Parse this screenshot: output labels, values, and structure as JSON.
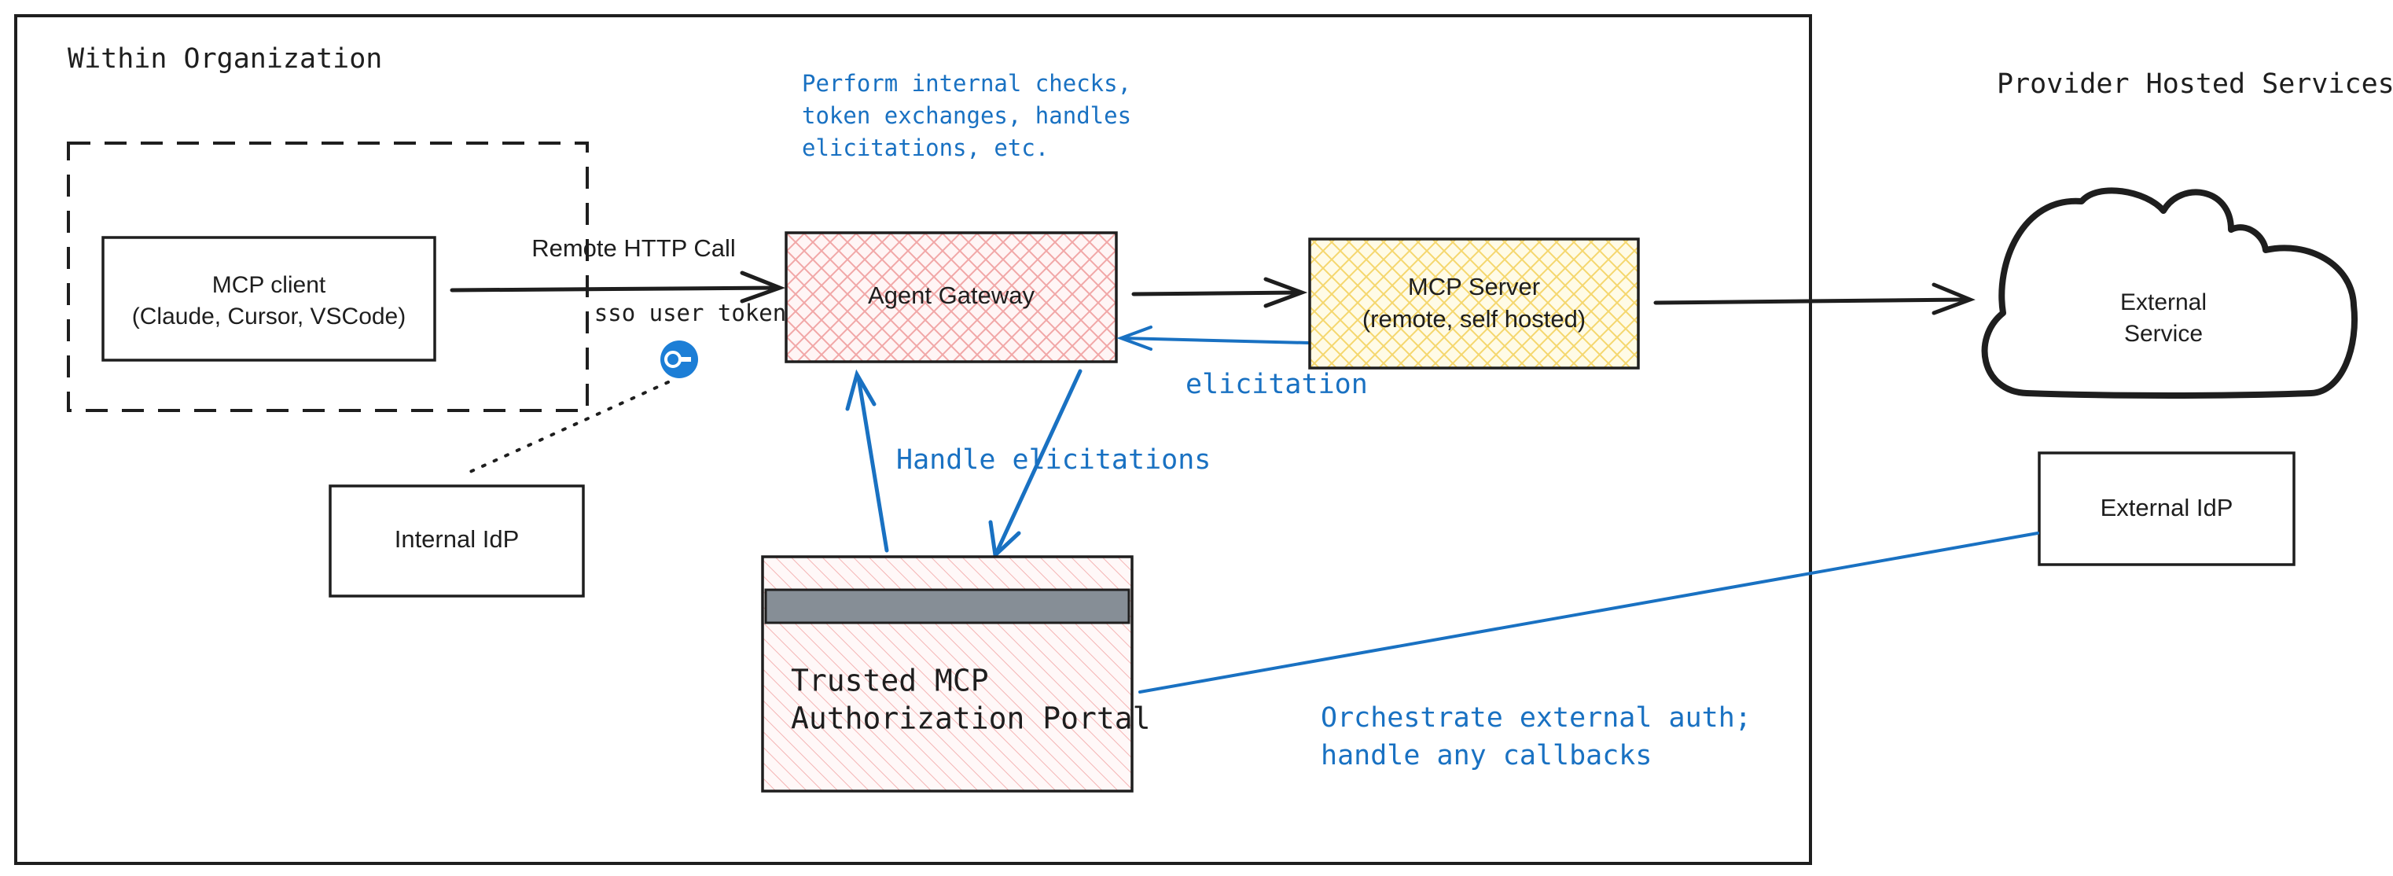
{
  "regions": {
    "organization_label": "Within Organization",
    "provider_label": "Provider Hosted Services"
  },
  "nodes": {
    "mcp_client": {
      "line1": "MCP client",
      "line2": "(Claude, Cursor, VSCode)"
    },
    "agent_gateway": {
      "label": "Agent Gateway"
    },
    "mcp_server": {
      "line1": "MCP Server",
      "line2": "(remote, self hosted)"
    },
    "external_service": {
      "line1": "External",
      "line2": "Service"
    },
    "internal_idp": {
      "label": "Internal IdP"
    },
    "external_idp": {
      "label": "External IdP"
    },
    "auth_portal": {
      "line1": "Trusted MCP",
      "line2": "Authorization Portal"
    }
  },
  "edges": {
    "remote_http_call": "Remote HTTP Call",
    "sso_user_token": "sso user token",
    "elicitation": "elicitation",
    "handle_elicitations": "Handle elicitations"
  },
  "notes": {
    "gateway_note_line1": "Perform internal checks,",
    "gateway_note_line2": "token exchanges, handles",
    "gateway_note_line3": "elicitations, etc.",
    "portal_note_line1": "Orchestrate external auth;",
    "portal_note_line2": "handle any callbacks"
  },
  "icons": {
    "token": "key-token-icon"
  },
  "colors": {
    "ink": "#1e1e1e",
    "blue": "#1971c2",
    "gateway_fill": "#ffc9c9",
    "server_fill": "#ffec99",
    "portal_fill": "#ffc9c9",
    "portal_bar": "#868e96"
  }
}
